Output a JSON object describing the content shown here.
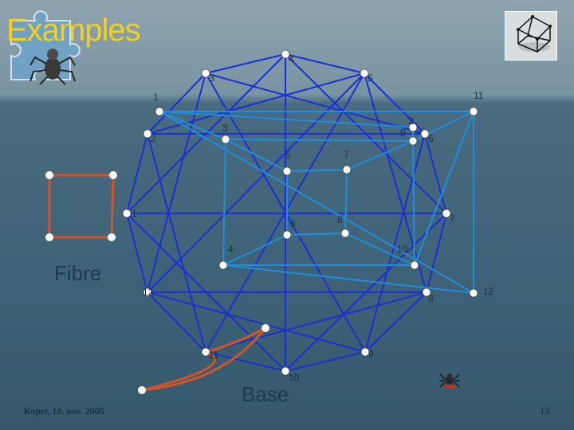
{
  "slide": {
    "title": "Examples",
    "fibre_label": "Fibre",
    "base_label": "Base",
    "footer_left": "Koper, 18. nov. 2005",
    "page_number": "13"
  },
  "colors": {
    "outer_edge": "#1a2fd6",
    "inner_edge": "#1e8fe0",
    "fibre_edge": "#d2542a",
    "base_edge": "#d2542a",
    "node": "#ffffff",
    "title": "#f4cf1b"
  },
  "icons": [
    "puzzle-spider-icon",
    "cube-thumbnail-icon",
    "small-spider-icon"
  ],
  "graph": {
    "nodes": [
      {
        "id": "o1",
        "label": "1"
      },
      {
        "id": "o2",
        "label": "2"
      },
      {
        "id": "o3",
        "label": "3"
      },
      {
        "id": "o4",
        "label": "4"
      },
      {
        "id": "o5",
        "label": "5"
      },
      {
        "id": "o6",
        "label": "6"
      },
      {
        "id": "o7",
        "label": "7"
      },
      {
        "id": "o8",
        "label": "8"
      },
      {
        "id": "o9",
        "label": "9"
      },
      {
        "id": "o10",
        "label": "10"
      },
      {
        "id": "o11",
        "label": "11"
      },
      {
        "id": "o12",
        "label": "12"
      },
      {
        "id": "i1",
        "label": "1"
      },
      {
        "id": "i2",
        "label": "2"
      },
      {
        "id": "i3",
        "label": "3"
      },
      {
        "id": "i4",
        "label": "4"
      },
      {
        "id": "i5",
        "label": "5"
      },
      {
        "id": "i6",
        "label": "6"
      },
      {
        "id": "i7",
        "label": "7"
      },
      {
        "id": "i8",
        "label": "8"
      },
      {
        "id": "i9",
        "label": "9"
      },
      {
        "id": "i10",
        "label": "10"
      },
      {
        "id": "i11",
        "label": "11"
      },
      {
        "id": "i12",
        "label": "12"
      }
    ]
  }
}
